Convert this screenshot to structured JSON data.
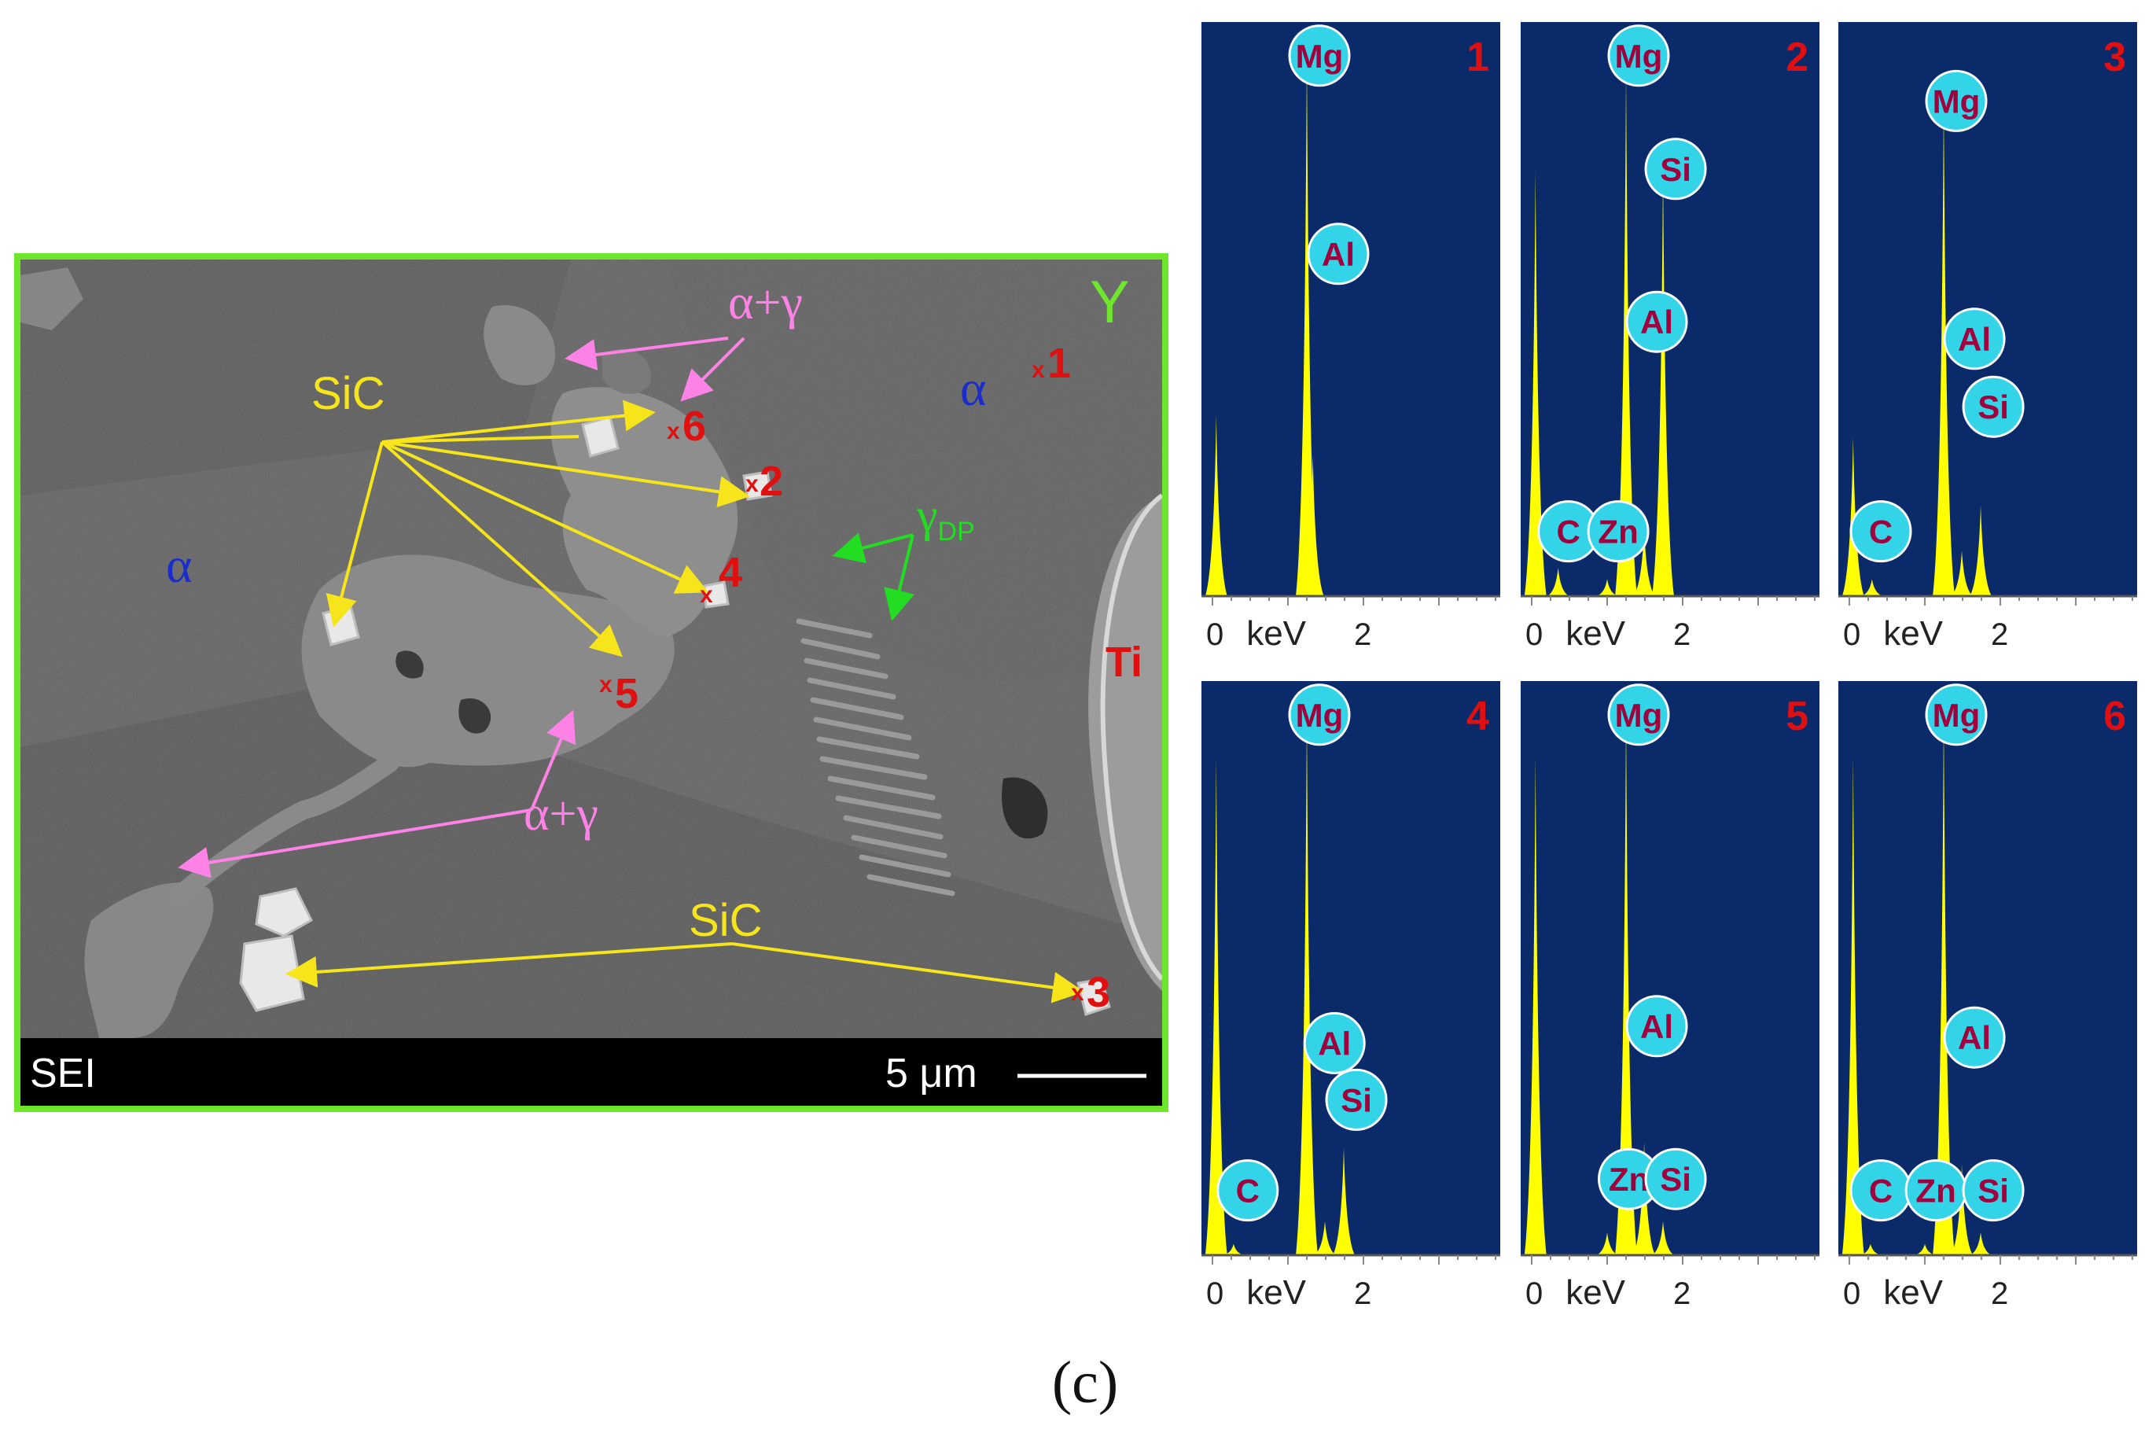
{
  "caption": "(c)",
  "sem": {
    "label_y": "Y",
    "label_sei": "SEI",
    "scale_text": "5 μm",
    "label_ti": "Ti",
    "alpha": "α",
    "alpha_gamma": "α+γ",
    "sic": "SiC",
    "gamma_dp_main": "γ",
    "gamma_dp_sub": "DP",
    "points": [
      "1",
      "2",
      "3",
      "4",
      "5",
      "6"
    ],
    "x_mark": "x"
  },
  "colors": {
    "frame": "#6ee62c",
    "spectrum_bg": "#0b2a6a",
    "peak": "#ffff00",
    "badge": "#33d3e8",
    "badge_text": "#a0003c",
    "sic_label": "#f7e51b",
    "alpha_gamma": "#ff82e6",
    "gamma_dp": "#22dd22",
    "alpha": "#1a2ccc",
    "red_label": "#e01010"
  },
  "spectra": [
    {
      "num": "1",
      "x_tick_0": "0",
      "x_tick_2": "2",
      "x_unit": "keV",
      "peaks": [
        {
          "e": 0.05,
          "h": 0.32
        },
        {
          "e": 1.25,
          "h": 0.96
        },
        {
          "e": 1.33,
          "h": 0.25
        }
      ],
      "badges": [
        {
          "el": "Mg",
          "e": 1.25,
          "h": 0.96
        },
        {
          "el": "Al",
          "e": 1.5,
          "h": 0.61
        }
      ]
    },
    {
      "num": "2",
      "x_tick_0": "0",
      "x_tick_2": "2",
      "x_unit": "keV",
      "peaks": [
        {
          "e": 0.05,
          "h": 0.75
        },
        {
          "e": 0.35,
          "h": 0.05
        },
        {
          "e": 1.0,
          "h": 0.03
        },
        {
          "e": 1.25,
          "h": 0.93
        },
        {
          "e": 1.49,
          "h": 0.12
        },
        {
          "e": 1.74,
          "h": 0.76
        }
      ],
      "badges": [
        {
          "el": "Mg",
          "e": 1.25,
          "h": 0.96
        },
        {
          "el": "Si",
          "e": 1.74,
          "h": 0.76
        },
        {
          "el": "Al",
          "e": 1.49,
          "h": 0.49
        },
        {
          "el": "C",
          "e": 0.32,
          "h": 0.12
        },
        {
          "el": "Zn",
          "e": 0.98,
          "h": 0.12
        }
      ]
    },
    {
      "num": "3",
      "x_tick_0": "0",
      "x_tick_2": "2",
      "x_unit": "keV",
      "peaks": [
        {
          "e": 0.05,
          "h": 0.28
        },
        {
          "e": 0.3,
          "h": 0.03
        },
        {
          "e": 1.25,
          "h": 0.88
        },
        {
          "e": 1.49,
          "h": 0.08
        },
        {
          "e": 1.74,
          "h": 0.16
        }
      ],
      "badges": [
        {
          "el": "Mg",
          "e": 1.25,
          "h": 0.88
        },
        {
          "el": "Al",
          "e": 1.49,
          "h": 0.46
        },
        {
          "el": "Si",
          "e": 1.74,
          "h": 0.34
        },
        {
          "el": "C",
          "e": 0.25,
          "h": 0.12
        }
      ]
    },
    {
      "num": "4",
      "x_tick_0": "0",
      "x_tick_2": "2",
      "x_unit": "keV",
      "peaks": [
        {
          "e": 0.05,
          "h": 0.88
        },
        {
          "e": 0.28,
          "h": 0.02
        },
        {
          "e": 1.25,
          "h": 0.96
        },
        {
          "e": 1.49,
          "h": 0.06
        },
        {
          "e": 1.74,
          "h": 0.19
        }
      ],
      "badges": [
        {
          "el": "Mg",
          "e": 1.25,
          "h": 0.96
        },
        {
          "el": "Al",
          "e": 1.45,
          "h": 0.38
        },
        {
          "el": "Si",
          "e": 1.74,
          "h": 0.28
        },
        {
          "el": "C",
          "e": 0.3,
          "h": 0.12
        }
      ]
    },
    {
      "num": "5",
      "x_tick_0": "0",
      "x_tick_2": "2",
      "x_unit": "keV",
      "peaks": [
        {
          "e": 0.05,
          "h": 0.88
        },
        {
          "e": 1.0,
          "h": 0.04
        },
        {
          "e": 1.25,
          "h": 0.96
        },
        {
          "e": 1.49,
          "h": 0.2
        },
        {
          "e": 1.74,
          "h": 0.06
        }
      ],
      "badges": [
        {
          "el": "Mg",
          "e": 1.25,
          "h": 0.96
        },
        {
          "el": "Al",
          "e": 1.49,
          "h": 0.41
        },
        {
          "el": "Zn",
          "e": 1.12,
          "h": 0.14
        },
        {
          "el": "Si",
          "e": 1.74,
          "h": 0.14
        }
      ]
    },
    {
      "num": "6",
      "x_tick_0": "0",
      "x_tick_2": "2",
      "x_unit": "keV",
      "peaks": [
        {
          "e": 0.05,
          "h": 0.88
        },
        {
          "e": 0.28,
          "h": 0.02
        },
        {
          "e": 1.0,
          "h": 0.02
        },
        {
          "e": 1.25,
          "h": 0.96
        },
        {
          "e": 1.49,
          "h": 0.16
        },
        {
          "e": 1.74,
          "h": 0.04
        }
      ],
      "badges": [
        {
          "el": "Mg",
          "e": 1.25,
          "h": 0.96
        },
        {
          "el": "Al",
          "e": 1.49,
          "h": 0.39
        },
        {
          "el": "C",
          "e": 0.25,
          "h": 0.12
        },
        {
          "el": "Zn",
          "e": 0.98,
          "h": 0.12
        },
        {
          "el": "Si",
          "e": 1.74,
          "h": 0.12
        }
      ]
    }
  ]
}
